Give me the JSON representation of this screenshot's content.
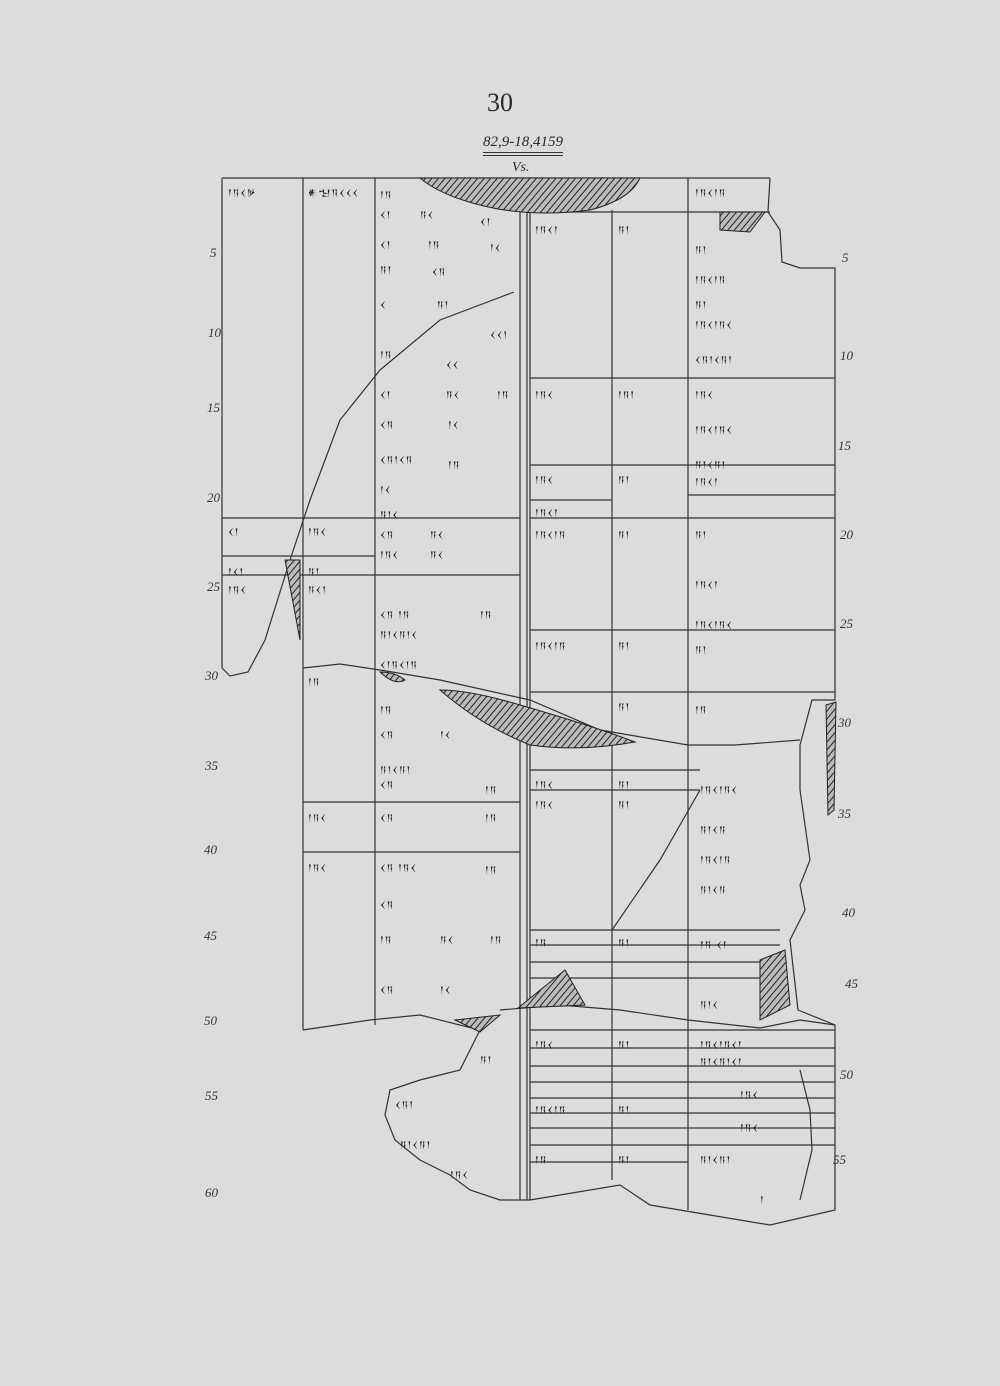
{
  "page": {
    "number": "30",
    "tablet_reference": "82,9-18,4159",
    "side_label": "Vs."
  },
  "line_numbers_left": [
    "5",
    "10",
    "15",
    "20",
    "25",
    "30",
    "35",
    "40",
    "45",
    "50",
    "55",
    "60"
  ],
  "line_numbers_right": [
    "5",
    "10",
    "15",
    "20",
    "25",
    "30",
    "35",
    "40",
    "45",
    "50",
    "55"
  ]
}
